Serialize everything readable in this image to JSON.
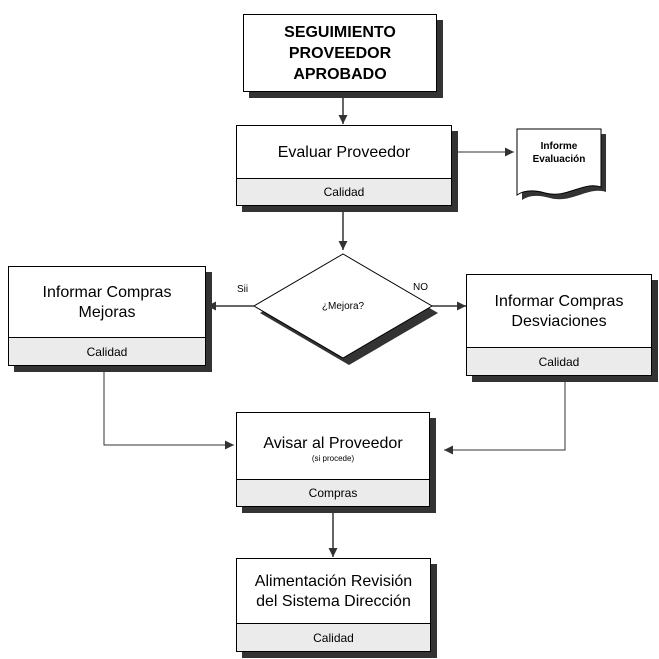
{
  "start": {
    "line1": "SEGUIMIENTO",
    "line2": "PROVEEDOR",
    "line3": "APROBADO"
  },
  "evaluate": {
    "title": "Evaluar Proveedor",
    "role": "Calidad"
  },
  "report": {
    "line1": "Informe",
    "line2": "Evaluación"
  },
  "decision": {
    "question": "¿Mejora?",
    "yes_label": "Sii",
    "no_label": "NO"
  },
  "inform_improvements": {
    "line1": "Informar Compras",
    "line2": "Mejoras",
    "role": "Calidad"
  },
  "inform_deviations": {
    "line1": "Informar Compras",
    "line2": "Desviaciones",
    "role": "Calidad"
  },
  "notify": {
    "title": "Avisar al Proveedor",
    "subtitle": "(si procede)",
    "role": "Compras"
  },
  "feed_review": {
    "line1": "Alimentación Revisión",
    "line2": "del Sistema Dirección",
    "role": "Calidad"
  },
  "colors": {
    "line": "#333333",
    "shadow": "#333333",
    "role_band": "#ebebeb"
  }
}
